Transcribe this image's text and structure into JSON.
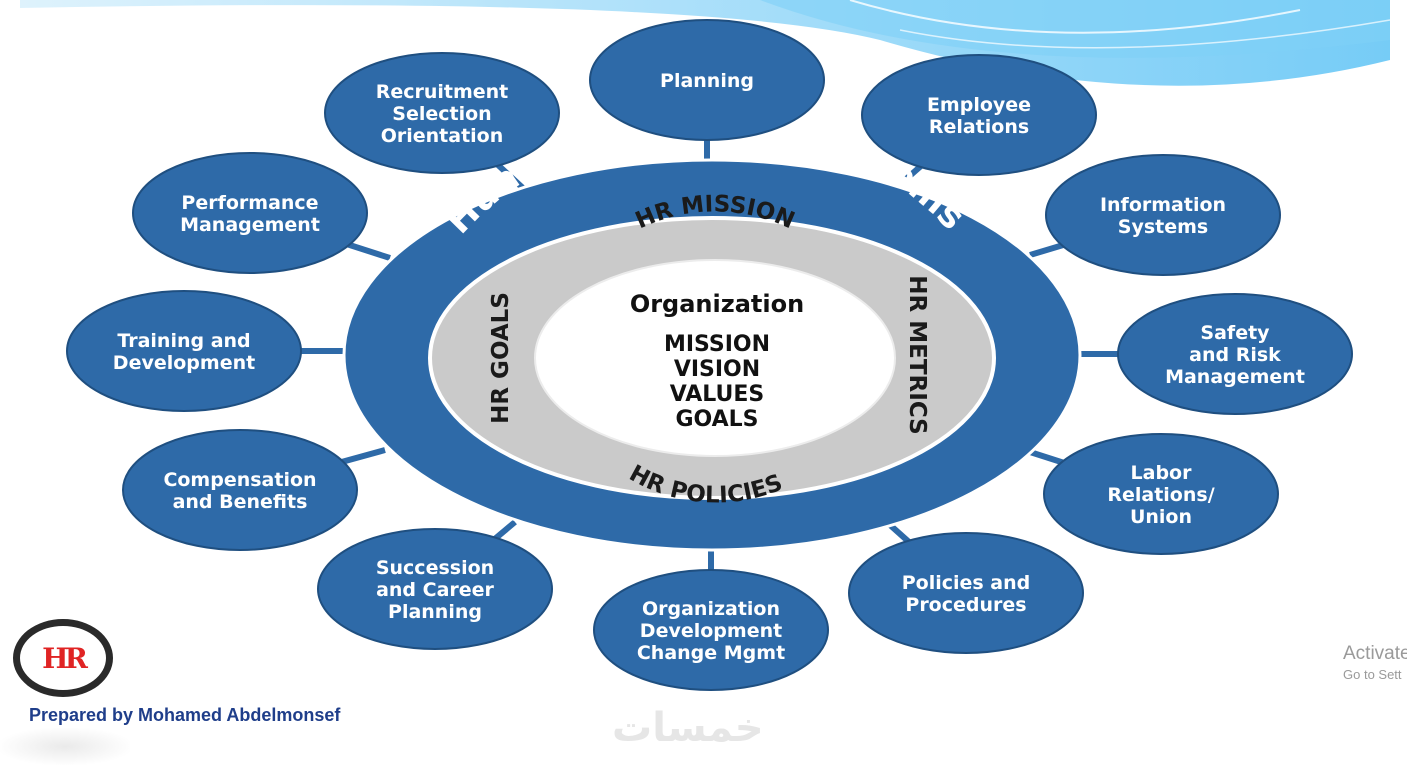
{
  "diagram": {
    "outer_ring_text": "Human Resources Systems",
    "ring_labels": {
      "top": "HR MISSION",
      "bottom": "HR POLICIES",
      "left": "HR GOALS",
      "right": "HR METRICS"
    },
    "center": {
      "title": "Organization",
      "items": [
        "MISSION",
        "VISION",
        "VALUES",
        "GOALS"
      ]
    },
    "nodes": [
      {
        "lines": [
          "Planning"
        ]
      },
      {
        "lines": [
          "Employee",
          "Relations"
        ]
      },
      {
        "lines": [
          "Information",
          "Systems"
        ]
      },
      {
        "lines": [
          "Safety",
          "and Risk",
          "Management"
        ]
      },
      {
        "lines": [
          "Labor",
          "Relations/",
          "Union"
        ]
      },
      {
        "lines": [
          "Policies and",
          "Procedures"
        ]
      },
      {
        "lines": [
          "Organization",
          "Development",
          "Change Mgmt"
        ]
      },
      {
        "lines": [
          "Succession",
          "and Career",
          "Planning"
        ]
      },
      {
        "lines": [
          "Compensation",
          "and Benefits"
        ]
      },
      {
        "lines": [
          "Training and",
          "Development"
        ]
      },
      {
        "lines": [
          "Performance",
          "Management"
        ]
      },
      {
        "lines": [
          "Recruitment",
          "Selection",
          "Orientation"
        ]
      }
    ],
    "colors": {
      "node_fill": "#2e6aa8",
      "outer_ring": "#2e6aa8",
      "middle_ring": "#c8c8c8",
      "connector": "#2e6aa8"
    }
  },
  "footer": {
    "prepared_by": "Prepared by Mohamed Abdelmonsef",
    "logo_text": "HR",
    "watermark": "خمسات",
    "activate_title": "Activate",
    "activate_sub": "Go to Sett"
  }
}
